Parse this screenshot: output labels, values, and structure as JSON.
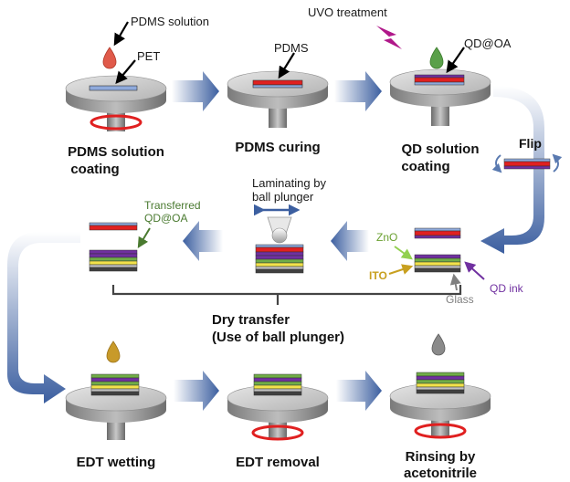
{
  "steps": {
    "pdms_solution_coating": [
      "PDMS solution",
      "coating"
    ],
    "pdms_curing": "PDMS curing",
    "qd_solution_coating": [
      "QD solution",
      "coating"
    ],
    "edt_wetting": "EDT wetting",
    "edt_removal": "EDT removal",
    "rinsing": [
      "Rinsing by",
      "acetonitrile"
    ]
  },
  "annotations": {
    "pdms_solution": "PDMS solution",
    "pet": "PET",
    "pdms": "PDMS",
    "uvo_treatment": "UVO treatment",
    "qd_oa": "QD@OA",
    "flip": "Flip",
    "laminating": [
      "Laminating by",
      "ball plunger"
    ],
    "transferred": [
      "Transferred",
      "QD@OA"
    ],
    "zno": "ZnO",
    "ito": "ITO",
    "glass": "Glass",
    "qd_ink": "QD ink",
    "dry_transfer": [
      "Dry transfer",
      "(Use of ball plunger)"
    ]
  },
  "colors": {
    "pet": "#8ea9db",
    "pdms": "#e02020",
    "qd_layer": "#7030a0",
    "edt_layer": "#70ad47",
    "zno": "#f2e24a",
    "ito": "#c0c0c0",
    "glass": "#404040",
    "drop_pdms": "#e05a4a",
    "drop_qd": "#5aa04a",
    "drop_edt": "#c89a2a",
    "drop_acn": "#8a8a8a",
    "arrow": "#3c5fa0",
    "uvo": "#b0188a",
    "zno_arrow": "#92d050",
    "ito_arrow": "#c8a020",
    "glass_arrow": "#808080",
    "qd_ink_arrow": "#7030a0",
    "transfer_arrow": "#4a7a30"
  }
}
